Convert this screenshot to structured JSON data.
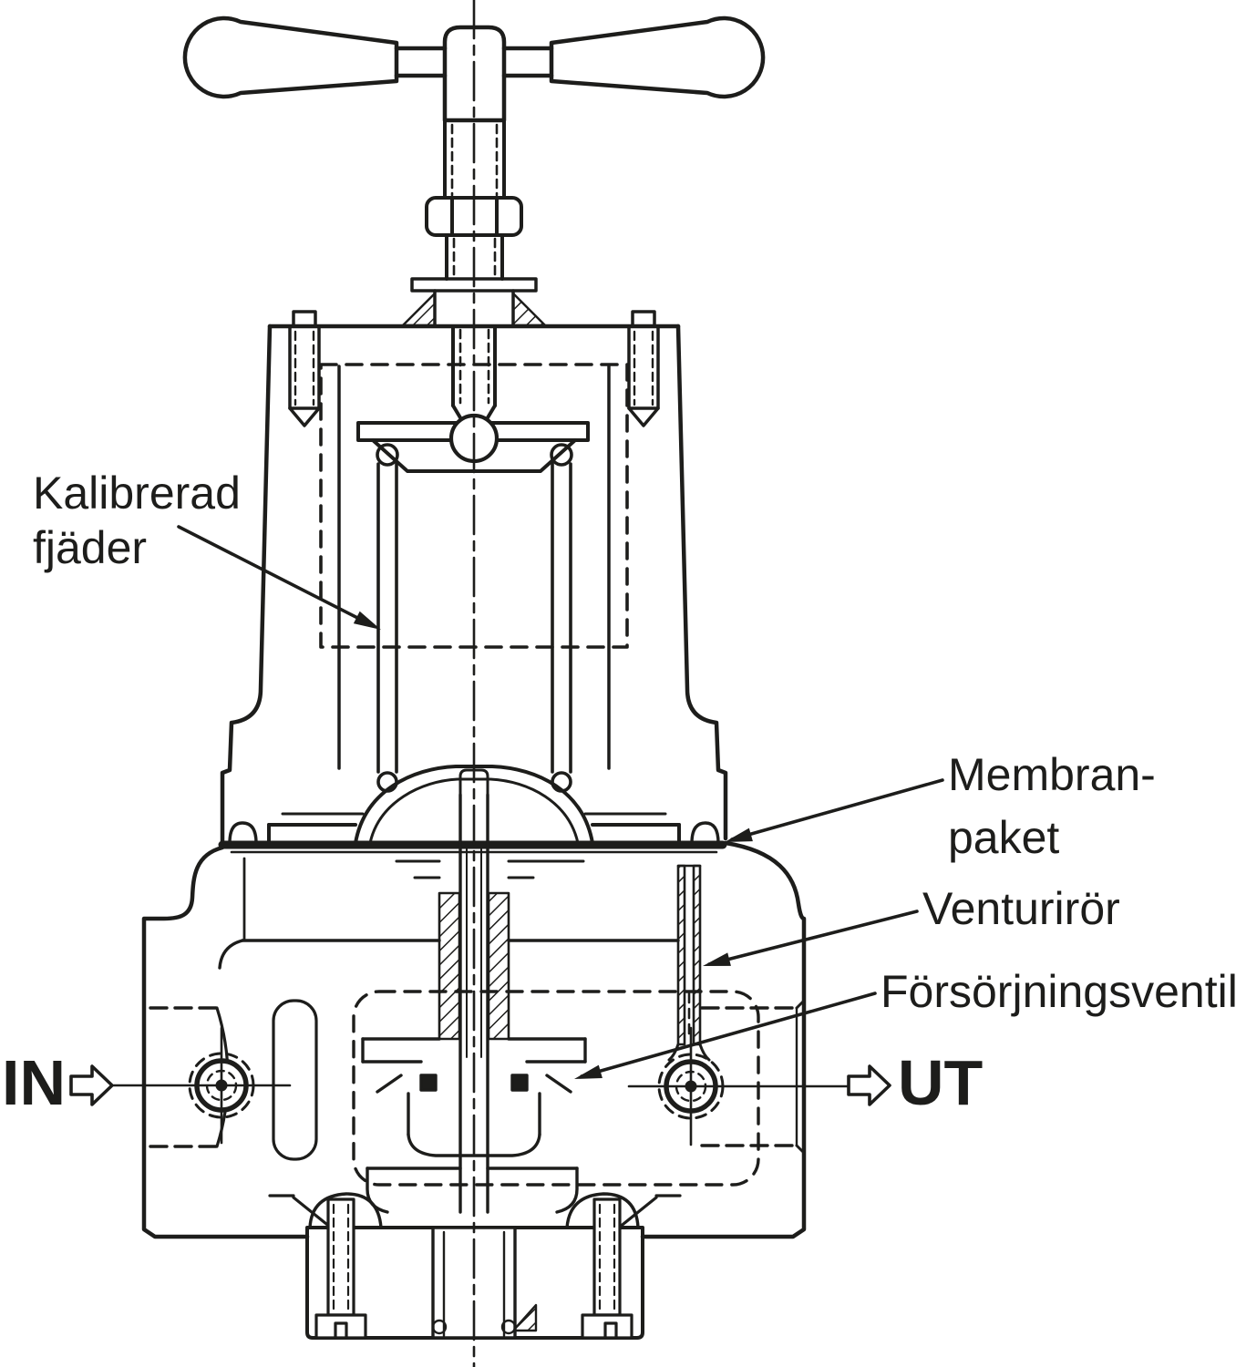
{
  "diagram": {
    "type": "technical-cross-section",
    "subject": "pressure-regulator-valve",
    "colors": {
      "line": "#1d1d1b",
      "background": "#ffffff"
    },
    "labels": {
      "spring": {
        "line1": "Kalibrerad",
        "line2": "fjäder"
      },
      "membrane": {
        "line1": "Membran-",
        "line2": "paket"
      },
      "venturi": {
        "text": "Venturirör"
      },
      "supply_valve": {
        "text": "Försörjningsventil"
      },
      "inlet": {
        "text": "IN"
      },
      "outlet": {
        "text": "UT"
      }
    },
    "icons": [
      "inlet-flow-arrow-icon",
      "outlet-flow-arrow-icon",
      "leader-arrowhead-icon"
    ]
  }
}
